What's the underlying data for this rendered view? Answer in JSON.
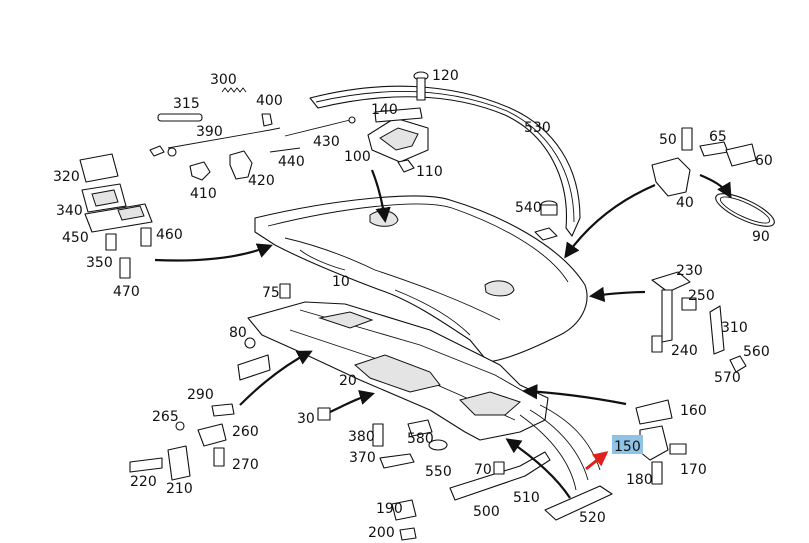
{
  "diagram": {
    "highlight_color": "#8fc3e6",
    "red_arrow_color": "#e0201a",
    "callouts": [
      {
        "id": "c10",
        "text": "10"
      },
      {
        "id": "c20",
        "text": "20"
      },
      {
        "id": "c30",
        "text": "30"
      },
      {
        "id": "c40",
        "text": "40"
      },
      {
        "id": "c50",
        "text": "50"
      },
      {
        "id": "c60",
        "text": "60"
      },
      {
        "id": "c65",
        "text": "65"
      },
      {
        "id": "c70",
        "text": "70"
      },
      {
        "id": "c75",
        "text": "75"
      },
      {
        "id": "c80",
        "text": "80"
      },
      {
        "id": "c90",
        "text": "90"
      },
      {
        "id": "c100",
        "text": "100"
      },
      {
        "id": "c110",
        "text": "110"
      },
      {
        "id": "c120",
        "text": "120"
      },
      {
        "id": "c140",
        "text": "140"
      },
      {
        "id": "c150",
        "text": "150",
        "highlighted": true
      },
      {
        "id": "c160",
        "text": "160"
      },
      {
        "id": "c170",
        "text": "170"
      },
      {
        "id": "c180",
        "text": "180"
      },
      {
        "id": "c190",
        "text": "190"
      },
      {
        "id": "c200",
        "text": "200"
      },
      {
        "id": "c210",
        "text": "210"
      },
      {
        "id": "c220",
        "text": "220"
      },
      {
        "id": "c230",
        "text": "230"
      },
      {
        "id": "c240",
        "text": "240"
      },
      {
        "id": "c250",
        "text": "250"
      },
      {
        "id": "c260",
        "text": "260"
      },
      {
        "id": "c265",
        "text": "265"
      },
      {
        "id": "c270",
        "text": "270"
      },
      {
        "id": "c290",
        "text": "290"
      },
      {
        "id": "c300",
        "text": "300"
      },
      {
        "id": "c310",
        "text": "310"
      },
      {
        "id": "c315",
        "text": "315"
      },
      {
        "id": "c320",
        "text": "320"
      },
      {
        "id": "c340",
        "text": "340"
      },
      {
        "id": "c350",
        "text": "350"
      },
      {
        "id": "c370",
        "text": "370"
      },
      {
        "id": "c380",
        "text": "380"
      },
      {
        "id": "c390",
        "text": "390"
      },
      {
        "id": "c400",
        "text": "400"
      },
      {
        "id": "c410",
        "text": "410"
      },
      {
        "id": "c420",
        "text": "420"
      },
      {
        "id": "c430",
        "text": "430"
      },
      {
        "id": "c440",
        "text": "440"
      },
      {
        "id": "c450",
        "text": "450"
      },
      {
        "id": "c460",
        "text": "460"
      },
      {
        "id": "c470",
        "text": "470"
      },
      {
        "id": "c500",
        "text": "500"
      },
      {
        "id": "c510",
        "text": "510"
      },
      {
        "id": "c520",
        "text": "520"
      },
      {
        "id": "c530",
        "text": "530"
      },
      {
        "id": "c540",
        "text": "540"
      },
      {
        "id": "c550",
        "text": "550"
      },
      {
        "id": "c560",
        "text": "560"
      },
      {
        "id": "c570",
        "text": "570"
      },
      {
        "id": "c580",
        "text": "580"
      }
    ]
  }
}
